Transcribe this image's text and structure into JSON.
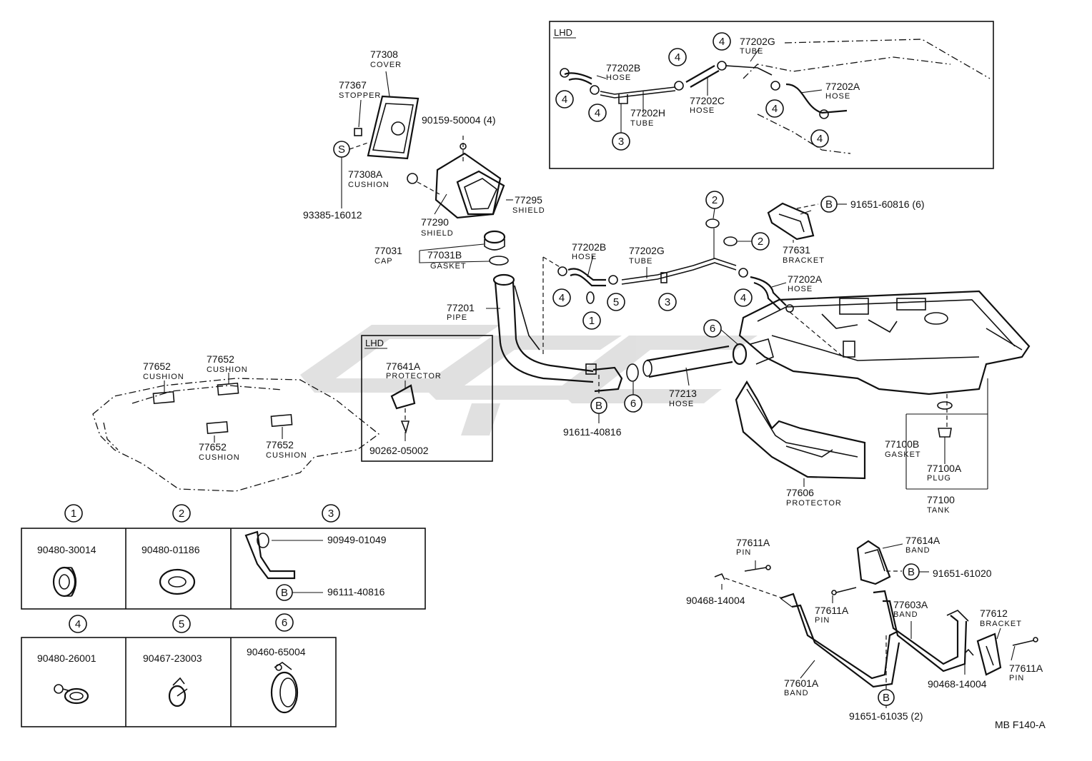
{
  "diagram_code": "MB F140-A",
  "watermark": {
    "color": "#c8c8c8"
  },
  "colors": {
    "line": "#111111",
    "background": "#ffffff"
  },
  "inset_labels": {
    "top_right": "LHD",
    "middle": "LHD"
  },
  "labels": {
    "p77308": "77308",
    "p77308_name": "COVER",
    "p77367": "77367",
    "p77367_name": "STOPPER",
    "p93385": "93385-16012",
    "p77308A": "77308A",
    "p77308A_name": "CUSHION",
    "p90159": "90159-50004 (4)",
    "p77295": "77295",
    "p77295_name": "SHIELD",
    "p77290": "77290",
    "p77290_name": "SHIELD",
    "p77031": "77031",
    "p77031_name": "CAP",
    "p77031B": "77031B",
    "p77031B_name": "GASKET",
    "p77201": "77201",
    "p77201_name": "PIPE",
    "p77202B": "77202B",
    "p77202B_name": "HOSE",
    "p77202G": "77202G",
    "p77202G_name": "TUBE",
    "p77202A": "77202A",
    "p77202A_name": "HOSE",
    "p91651_60816": "91651-60816 (6)",
    "p77631": "77631",
    "p77631_name": "BRACKET",
    "p77213": "77213",
    "p77213_name": "HOSE",
    "p91611": "91611-40816",
    "p77641A": "77641A",
    "p77641A_name": "PROTECTOR",
    "p90262": "90262-05002",
    "p77652": "77652",
    "p77652_name": "CUSHION",
    "p77606": "77606",
    "p77606_name": "PROTECTOR",
    "p77100B": "77100B",
    "p77100B_name": "GASKET",
    "p77100A": "77100A",
    "p77100A_name": "PLUG",
    "p77100": "77100",
    "p77100_name": "TANK",
    "i77202B": "77202B",
    "i77202B_name": "HOSE",
    "i77202G": "77202G",
    "i77202G_name": "TUBE",
    "i77202H": "77202H",
    "i77202H_name": "TUBE",
    "i77202C": "77202C",
    "i77202C_name": "HOSE",
    "i77202A": "77202A",
    "i77202A_name": "HOSE",
    "p77611A_1": "77611A",
    "p77611A_1_name": "PIN",
    "p77614A": "77614A",
    "p77614A_name": "BAND",
    "p91651_61020": "91651-61020",
    "p90468_a": "90468-14004",
    "p77611A_2": "77611A",
    "p77611A_2_name": "PIN",
    "p77603A": "77603A",
    "p77603A_name": "BAND",
    "p77612": "77612",
    "p77612_name": "BRACKET",
    "p77611A_3": "77611A",
    "p77611A_3_name": "PIN",
    "p90468_b": "90468-14004",
    "p77601A": "77601A",
    "p77601A_name": "BAND",
    "p91651_61035": "91651-61035 (2)"
  },
  "callouts": {
    "c1": "1",
    "c2": "2",
    "c3": "3",
    "c4": "4",
    "c5": "5",
    "c6": "6",
    "B": "B",
    "S": "S"
  },
  "legend": {
    "k1": "90480-30014",
    "k2": "90480-01186",
    "k3a": "90949-01049",
    "k3b": "96111-40816",
    "k4": "90480-26001",
    "k5": "90467-23003",
    "k6": "90460-65004"
  }
}
